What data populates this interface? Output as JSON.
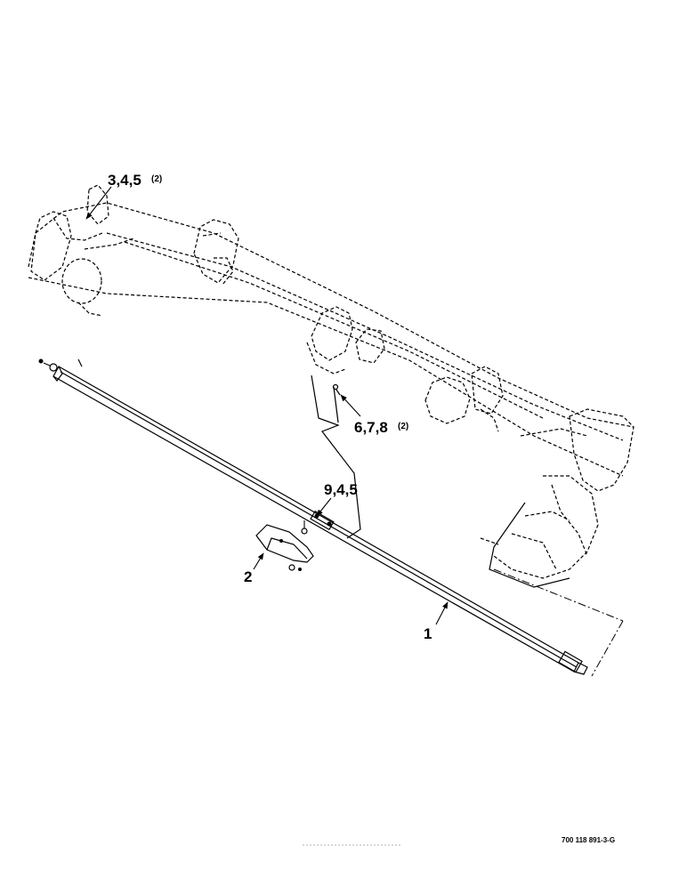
{
  "callouts": {
    "c345": "3,4,5",
    "c345_qty": "(2)",
    "c678": "6,7,8",
    "c678_qty": "(2)",
    "c945": "9,4,5",
    "c2": "2",
    "c1": "1"
  },
  "document_number": "700 118 891-3-G"
}
